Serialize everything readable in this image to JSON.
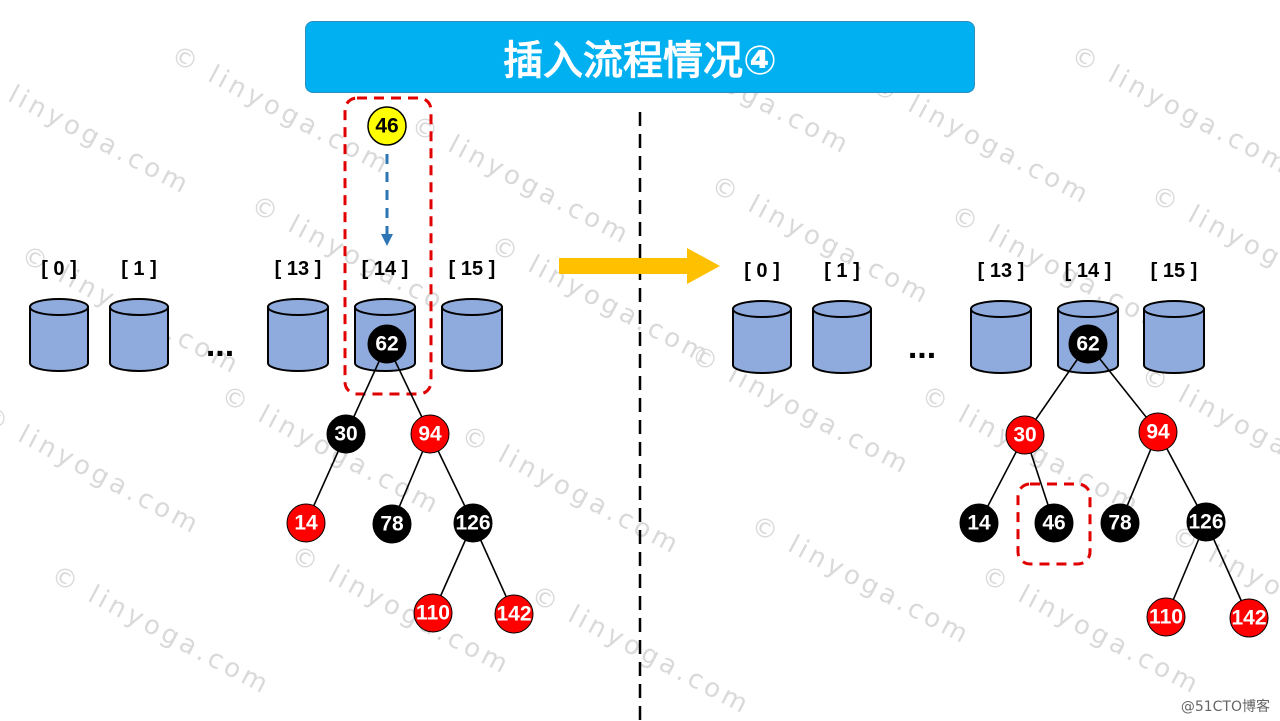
{
  "title": "插入流程情况④",
  "watermark_text": "© linyoga.com",
  "ellipsis": "...",
  "credit": "@51CTO博客",
  "colors": {
    "title_bg": "#00b0f0",
    "bucket_fill": "#8faadc",
    "bucket_stroke": "#000000",
    "red_node": "#ff0000",
    "black_node": "#000000",
    "yellow_node": "#ffff00",
    "arrow": "#ffc000",
    "dash_box": "#e00000",
    "insert_arrow": "#2e75b6"
  },
  "left_panel": {
    "bucket_labels": [
      "[ 0 ]",
      "[ 1 ]",
      "[ 13 ]",
      "[ 14 ]",
      "[ 15 ]"
    ],
    "inserting_node": "46",
    "tree": {
      "nodes": [
        {
          "id": "n62",
          "value": "62",
          "color": "black"
        },
        {
          "id": "n30",
          "value": "30",
          "color": "black"
        },
        {
          "id": "n94",
          "value": "94",
          "color": "red"
        },
        {
          "id": "n14",
          "value": "14",
          "color": "red"
        },
        {
          "id": "n78",
          "value": "78",
          "color": "black"
        },
        {
          "id": "n126",
          "value": "126",
          "color": "black"
        },
        {
          "id": "n110",
          "value": "110",
          "color": "red"
        },
        {
          "id": "n142",
          "value": "142",
          "color": "red"
        }
      ],
      "edges": [
        [
          "n62",
          "n30"
        ],
        [
          "n62",
          "n94"
        ],
        [
          "n30",
          "n14"
        ],
        [
          "n94",
          "n78"
        ],
        [
          "n94",
          "n126"
        ],
        [
          "n126",
          "n110"
        ],
        [
          "n126",
          "n142"
        ]
      ]
    }
  },
  "right_panel": {
    "bucket_labels": [
      "[ 0 ]",
      "[ 1 ]",
      "[ 13 ]",
      "[ 14 ]",
      "[ 15 ]"
    ],
    "tree": {
      "nodes": [
        {
          "id": "m62",
          "value": "62",
          "color": "black"
        },
        {
          "id": "m30",
          "value": "30",
          "color": "red"
        },
        {
          "id": "m94",
          "value": "94",
          "color": "red"
        },
        {
          "id": "m14",
          "value": "14",
          "color": "black"
        },
        {
          "id": "m46",
          "value": "46",
          "color": "black"
        },
        {
          "id": "m78",
          "value": "78",
          "color": "black"
        },
        {
          "id": "m126",
          "value": "126",
          "color": "black"
        },
        {
          "id": "m110",
          "value": "110",
          "color": "red"
        },
        {
          "id": "m142",
          "value": "142",
          "color": "red"
        }
      ],
      "edges": [
        [
          "m62",
          "m30"
        ],
        [
          "m62",
          "m94"
        ],
        [
          "m30",
          "m14"
        ],
        [
          "m30",
          "m46"
        ],
        [
          "m94",
          "m78"
        ],
        [
          "m94",
          "m126"
        ],
        [
          "m126",
          "m110"
        ],
        [
          "m126",
          "m142"
        ]
      ]
    }
  }
}
